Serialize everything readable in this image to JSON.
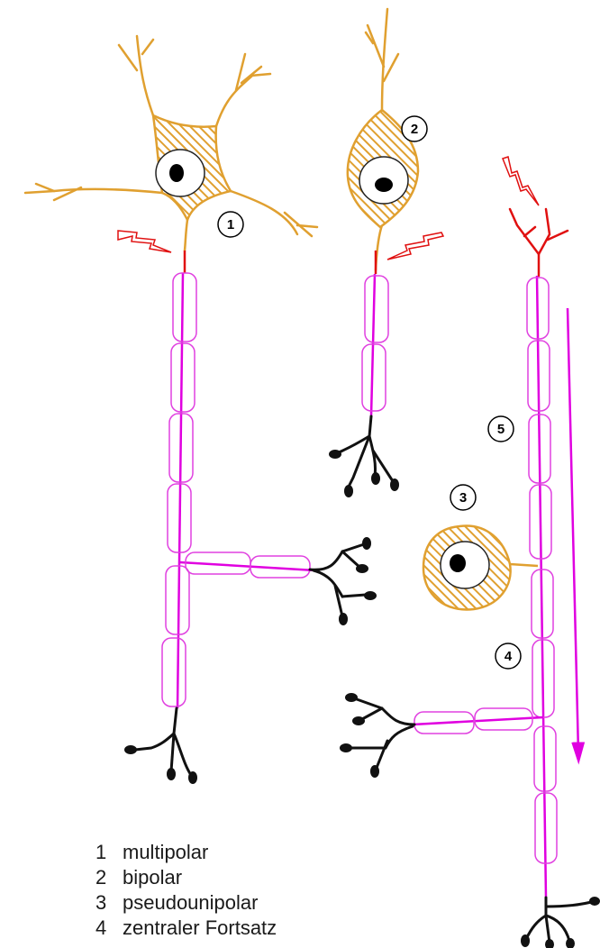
{
  "colors": {
    "dendrite": "#e0a030",
    "soma_hatch": "#e0a030",
    "axon": "#e000e0",
    "myelin": "#e040e0",
    "initial_segment": "#e01010",
    "lightning": "#e01010",
    "terminal": "#111111",
    "nucleus": "#000000",
    "direction_arrow": "#e000e0"
  },
  "icons": {
    "stimulus": "lightning-bolt-icon",
    "direction": "downward-arrow-icon"
  },
  "markers": [
    "1",
    "2",
    "3",
    "4",
    "5"
  ],
  "legend": [
    {
      "num": "1",
      "label": "multipolar"
    },
    {
      "num": "2",
      "label": "bipolar"
    },
    {
      "num": "3",
      "label": "pseudounipolar"
    },
    {
      "num": "4",
      "label": "zentraler Fortsatz"
    }
  ]
}
